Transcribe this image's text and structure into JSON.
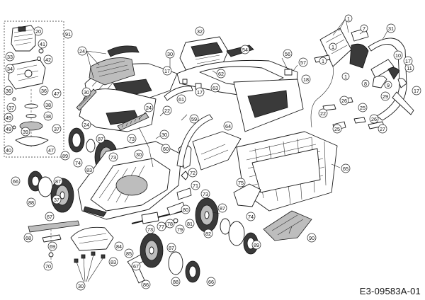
{
  "drawing_code": "E3-09583A-01",
  "callouts": [
    {
      "id": "c20",
      "label": "20"
    },
    {
      "id": "c41",
      "label": "41"
    },
    {
      "id": "c42",
      "label": "42"
    },
    {
      "id": "c33",
      "label": "33"
    },
    {
      "id": "c34",
      "label": "34"
    },
    {
      "id": "c36a",
      "label": "36"
    },
    {
      "id": "c36b",
      "label": "36"
    },
    {
      "id": "c47a",
      "label": "47"
    },
    {
      "id": "c37a",
      "label": "37"
    },
    {
      "id": "c38a",
      "label": "38"
    },
    {
      "id": "c49a",
      "label": "49"
    },
    {
      "id": "c49b",
      "label": "49"
    },
    {
      "id": "c38b",
      "label": "38"
    },
    {
      "id": "c39",
      "label": "39"
    },
    {
      "id": "c37b",
      "label": "37"
    },
    {
      "id": "c40",
      "label": "40"
    },
    {
      "id": "c47b",
      "label": "47"
    },
    {
      "id": "c91",
      "label": "91"
    },
    {
      "id": "c24a",
      "label": "24"
    },
    {
      "id": "c30a",
      "label": "30"
    },
    {
      "id": "c30b",
      "label": "30"
    },
    {
      "id": "c24b",
      "label": "24"
    },
    {
      "id": "c87a",
      "label": "87"
    },
    {
      "id": "c89",
      "label": "89"
    },
    {
      "id": "c74a",
      "label": "74"
    },
    {
      "id": "c83a",
      "label": "83"
    },
    {
      "id": "c73a",
      "label": "73"
    },
    {
      "id": "c73b",
      "label": "73"
    },
    {
      "id": "c24c",
      "label": "24"
    },
    {
      "id": "c30c",
      "label": "30"
    },
    {
      "id": "c60",
      "label": "60"
    },
    {
      "id": "c30d",
      "label": "30"
    },
    {
      "id": "c17a",
      "label": "17"
    },
    {
      "id": "c61",
      "label": "61"
    },
    {
      "id": "c22a",
      "label": "22"
    },
    {
      "id": "c32",
      "label": "32"
    },
    {
      "id": "c54",
      "label": "54"
    },
    {
      "id": "c62",
      "label": "62"
    },
    {
      "id": "c63",
      "label": "63"
    },
    {
      "id": "c17b",
      "label": "17"
    },
    {
      "id": "c56",
      "label": "56"
    },
    {
      "id": "c57",
      "label": "57"
    },
    {
      "id": "c59",
      "label": "59"
    },
    {
      "id": "c64",
      "label": "64"
    },
    {
      "id": "c65",
      "label": "65"
    },
    {
      "id": "c72",
      "label": "72"
    },
    {
      "id": "c71",
      "label": "71"
    },
    {
      "id": "c1a",
      "label": "1"
    },
    {
      "id": "c1b",
      "label": "1"
    },
    {
      "id": "c1c",
      "label": "1"
    },
    {
      "id": "c1d",
      "label": "1"
    },
    {
      "id": "c7",
      "label": "7"
    },
    {
      "id": "c31",
      "label": "31"
    },
    {
      "id": "c10",
      "label": "10"
    },
    {
      "id": "c11",
      "label": "11"
    },
    {
      "id": "c17c",
      "label": "17"
    },
    {
      "id": "c17d",
      "label": "17"
    },
    {
      "id": "c9",
      "label": "9"
    },
    {
      "id": "c8",
      "label": "8"
    },
    {
      "id": "c29",
      "label": "29"
    },
    {
      "id": "c18",
      "label": "18"
    },
    {
      "id": "c22b",
      "label": "22"
    },
    {
      "id": "c26a",
      "label": "26"
    },
    {
      "id": "c25a",
      "label": "25"
    },
    {
      "id": "c25b",
      "label": "25"
    },
    {
      "id": "c26b",
      "label": "26"
    },
    {
      "id": "c27",
      "label": "27"
    },
    {
      "id": "c66a",
      "label": "66"
    },
    {
      "id": "c87b",
      "label": "87"
    },
    {
      "id": "c88a",
      "label": "88"
    },
    {
      "id": "c37c",
      "label": "37"
    },
    {
      "id": "c67a",
      "label": "67"
    },
    {
      "id": "c68",
      "label": "68"
    },
    {
      "id": "c69",
      "label": "69"
    },
    {
      "id": "c70",
      "label": "70"
    },
    {
      "id": "c30e",
      "label": "30"
    },
    {
      "id": "c83b",
      "label": "83"
    },
    {
      "id": "c84",
      "label": "84"
    },
    {
      "id": "c85",
      "label": "85"
    },
    {
      "id": "c73c",
      "label": "73"
    },
    {
      "id": "c73d",
      "label": "73"
    },
    {
      "id": "c80",
      "label": "80"
    },
    {
      "id": "c78",
      "label": "78"
    },
    {
      "id": "c77",
      "label": "77"
    },
    {
      "id": "c79",
      "label": "79"
    },
    {
      "id": "c81",
      "label": "81"
    },
    {
      "id": "c82",
      "label": "82"
    },
    {
      "id": "c87c",
      "label": "87"
    },
    {
      "id": "c74b",
      "label": "74"
    },
    {
      "id": "c75",
      "label": "75"
    },
    {
      "id": "c89b",
      "label": "89"
    },
    {
      "id": "c90",
      "label": "90"
    },
    {
      "id": "c87d",
      "label": "87"
    },
    {
      "id": "c67b",
      "label": "67"
    },
    {
      "id": "c86",
      "label": "86"
    },
    {
      "id": "c88b",
      "label": "88"
    },
    {
      "id": "c66b",
      "label": "66"
    }
  ]
}
